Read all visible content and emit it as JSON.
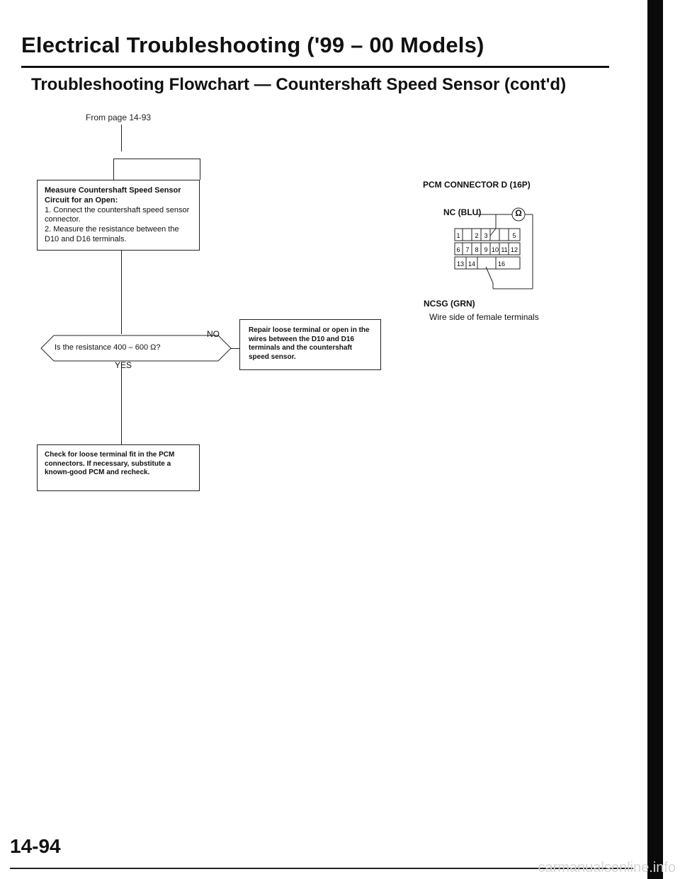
{
  "header": {
    "main_title": "Electrical Troubleshooting ('99 – 00 Models)",
    "sub_title": "Troubleshooting Flowchart — Countershaft Speed Sensor (cont'd)"
  },
  "flowchart": {
    "from_page": "From page 14-93",
    "measure_box": {
      "heading": "Measure Countershaft Speed Sensor Circuit for an Open:",
      "step1": "1. Connect the countershaft speed sensor connector.",
      "step2": "2. Measure the resistance between the D10 and D16 terminals."
    },
    "decision": "Is the resistance 400 – 600 Ω?",
    "no_label": "NO",
    "yes_label": "YES",
    "repair_box": "Repair loose terminal or open in the wires between the D10 and D16 terminals and the countershaft speed sensor.",
    "check_box": "Check for loose terminal fit in the PCM connectors. If necessary, substitute a known-good PCM and recheck."
  },
  "connector": {
    "title": "PCM CONNECTOR D (16P)",
    "nc_label": "NC (BLU)",
    "ncsg_label": "NCSG (GRN)",
    "ohm_symbol": "Ω",
    "caption": "Wire side of female terminals",
    "row1": [
      "1",
      "2",
      "3",
      "5"
    ],
    "row2": [
      "6",
      "7",
      "8",
      "9",
      "10",
      "11",
      "12"
    ],
    "row3": [
      "13",
      "14",
      "16"
    ]
  },
  "footer": {
    "page_number": "14-94",
    "watermark": "carmanualsonline.info"
  }
}
